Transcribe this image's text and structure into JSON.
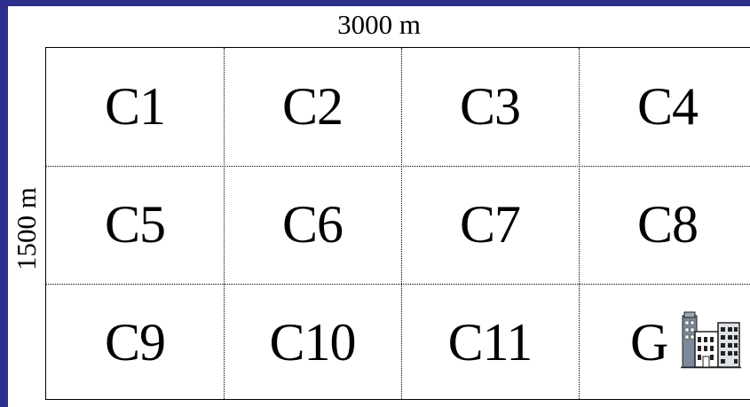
{
  "diagram": {
    "width_label": "3000 m",
    "height_label": "1500 m",
    "cells": [
      "C1",
      "C2",
      "C3",
      "C4",
      "C5",
      "C6",
      "C7",
      "C8",
      "C9",
      "C10",
      "C11",
      "G"
    ],
    "icons": {
      "gateway": "building-icon"
    },
    "colors": {
      "frame": "#2c2f8c",
      "background": "#ffffff",
      "lines": "#000000"
    }
  }
}
